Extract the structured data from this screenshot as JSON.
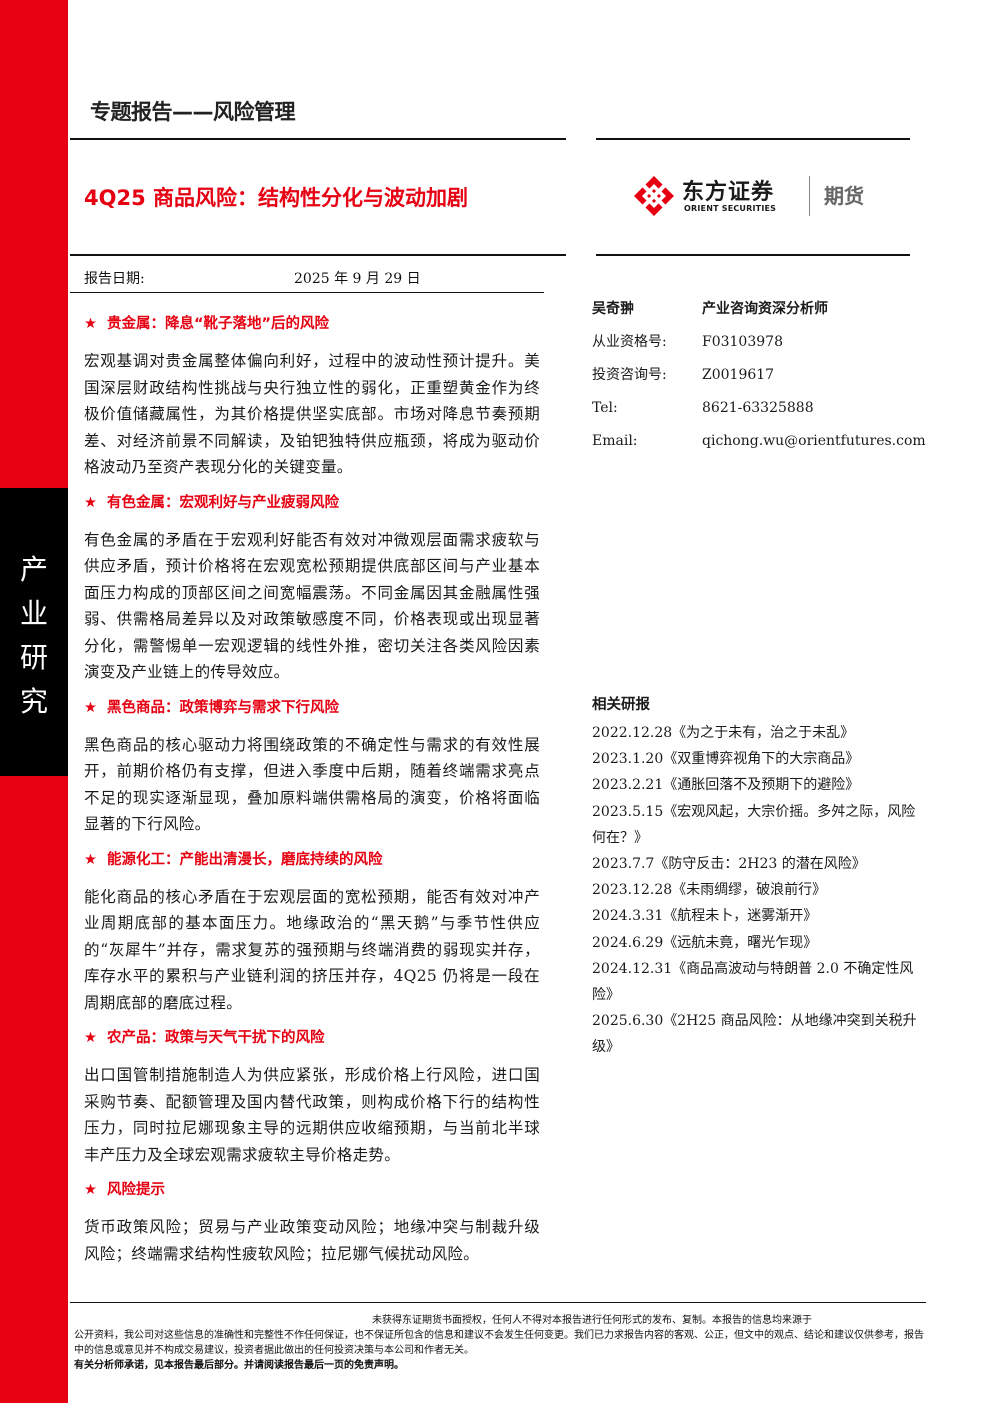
{
  "sidebar_label": [
    "产",
    "业",
    "研",
    "究"
  ],
  "header": {
    "doc_type": "专题报告——风险管理",
    "title": "4Q25 商品风险：结构性分化与波动加剧"
  },
  "logo": {
    "name": "东方证券",
    "english": "ORIENT SECURITIES",
    "sub": "期货",
    "colors": {
      "red": "#e60012",
      "gray": "#666666"
    }
  },
  "report_date": {
    "label": "报告日期:",
    "value": "2025 年 9 月 29 日"
  },
  "sections": [
    {
      "heading": "贵金属：降息“靴子落地”后的风险",
      "body": "宏观基调对贵金属整体偏向利好，过程中的波动性预计提升。美国深层财政结构性挑战与央行独立性的弱化，正重塑黄金作为终极价值储藏属性，为其价格提供坚实底部。市场对降息节奏预期差、对经济前景不同解读，及铂钯独特供应瓶颈，将成为驱动价格波动乃至资产表现分化的关键变量。"
    },
    {
      "heading": "有色金属：宏观利好与产业疲弱风险",
      "body": "有色金属的矛盾在于宏观利好能否有效对冲微观层面需求疲软与供应矛盾，预计价格将在宏观宽松预期提供底部区间与产业基本面压力构成的顶部区间之间宽幅震荡。不同金属因其金融属性强弱、供需格局差异以及对政策敏感度不同，价格表现或出现显著分化，需警惕单一宏观逻辑的线性外推，密切关注各类风险因素演变及产业链上的传导效应。"
    },
    {
      "heading": "黑色商品：政策博弈与需求下行风险",
      "body": "黑色商品的核心驱动力将围绕政策的不确定性与需求的有效性展开，前期价格仍有支撑，但进入季度中后期，随着终端需求亮点不足的现实逐渐显现，叠加原料端供需格局的演变，价格将面临显著的下行风险。"
    },
    {
      "heading": "能源化工：产能出清漫长，磨底持续的风险",
      "body": "能化商品的核心矛盾在于宏观层面的宽松预期，能否有效对冲产业周期底部的基本面压力。地缘政治的“黑天鹅”与季节性供应的“灰犀牛”并存，需求复苏的强预期与终端消费的弱现实并存，库存水平的累积与产业链利润的挤压并存，4Q25 仍将是一段在周期底部的磨底过程。"
    },
    {
      "heading": "农产品：政策与天气干扰下的风险",
      "body": "出口国管制措施制造人为供应紧张，形成价格上行风险，进口国采购节奏、配额管理及国内替代政策，则构成价格下行的结构性压力，同时拉尼娜现象主导的远期供应收缩预期，与当前北半球丰产压力及全球宏观需求疲软主导价格走势。"
    },
    {
      "heading": "风险提示",
      "body": "货币政策风险；贸易与产业政策变动风险；地缘冲突与制裁升级风险；终端需求结构性疲软风险；拉尼娜气候扰动风险。"
    }
  ],
  "analyst": {
    "name": "吴奇翀",
    "role": "产业咨询资深分析师",
    "fields": [
      {
        "label": "从业资格号:",
        "value": "F03103978"
      },
      {
        "label": "投资咨询号:",
        "value": "Z0019617"
      },
      {
        "label": "Tel:",
        "value": "8621-63325888"
      },
      {
        "label": "Email:",
        "value": "qichong.wu@orientfutures.com"
      }
    ]
  },
  "related": {
    "heading": "相关研报",
    "items": [
      "2022.12.28《为之于未有，治之于未乱》",
      "2023.1.20《双重博弈视角下的大宗商品》",
      "2023.2.21《通胀回落不及预期下的避险》",
      "2023.5.15《宏观风起，大宗价摇。多舛之际，风险何在？》",
      "2023.7.7《防守反击：2H23 的潜在风险》",
      "2023.12.28《未雨绸缪，破浪前行》",
      "2024.3.31《航程未卜，迷雾渐开》",
      "2024.6.29《远航未竟，曙光乍现》",
      "2024.12.31《商品高波动与特朗普 2.0 不确定性风险》",
      "2025.6.30《2H25 商品风险：从地缘冲突到关税升级》"
    ]
  },
  "disclaimer": {
    "first": "未获得东证期货书面授权，任何人不得对本报告进行任何形式的发布、复制。本报告的信息均来源于",
    "rest": "公开资料，我公司对这些信息的准确性和完整性不作任何保证，也不保证所包含的信息和建议不会发生任何变更。我们已力求报告内容的客观、公正，但文中的观点、结论和建议仅供参考，报告中的信息或意见并不构成交易建议，投资者据此做出的任何投资决策与本公司和作者无关。",
    "last": "有关分析师承诺，见本报告最后部分。并请阅读报告最后一页的免责声明。"
  }
}
